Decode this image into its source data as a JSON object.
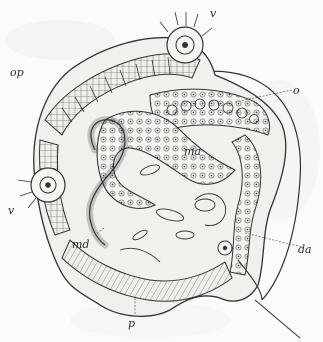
{
  "figure": {
    "labels": {
      "v_top": "v",
      "op": "op",
      "o": "o",
      "ma": "ma",
      "v_left": "v",
      "md": "md",
      "da": "da",
      "p": "p"
    }
  }
}
